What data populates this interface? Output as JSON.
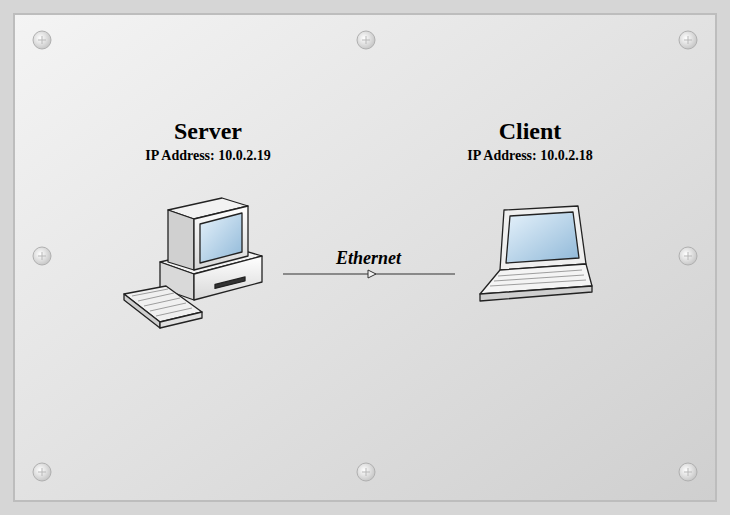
{
  "diagram": {
    "nodes": [
      {
        "text": [
          "Server",
          "IP Address: 10.0.2.19"
        ]
      },
      {
        "text": [
          "Client",
          "IP Address: 10.0.2.18"
        ]
      }
    ],
    "edges": [
      {
        "from": 0,
        "to": 1,
        "label": "Ethernet",
        "arrow": "to"
      }
    ]
  }
}
